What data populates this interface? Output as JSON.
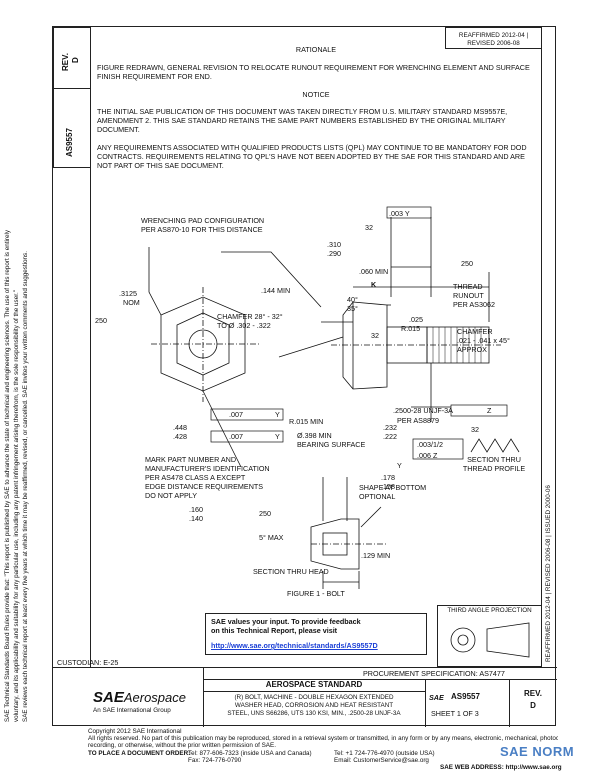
{
  "side_notes": {
    "line1": "SAE Technical Standards Board Rules provide that: \"This report is published by SAE to advance the state of technical and engineering sciences. The use of this report is entirely",
    "line2": "voluntary, and its applicability and suitability for any particular use, including any patent infringement arising therefrom, is the sole responsibility of the user.\"",
    "line3": "SAE reviews each technical report at least every five years at which time it may be reaffirmed, revised, or cancelled. SAE invites your written comments and suggestions."
  },
  "left_column": {
    "rev_label": "REV.",
    "rev_value": "D",
    "doc_number": "AS9557"
  },
  "right_vertical": "REAFFIRMED 2012-04 | REVISED 2006-08 | ISSUED 2000-06",
  "header": {
    "issued_lines": "REAFFIRMED 2012-04 | REVISED 2006-08"
  },
  "rationale": {
    "title": "RATIONALE",
    "text": "FIGURE REDRAWN, GENERAL REVISION TO RELOCATE RUNOUT REQUIREMENT FOR WRENCHING ELEMENT AND SURFACE FINISH REQUIREMENT FOR END."
  },
  "notice": {
    "title": "NOTICE",
    "para1": "THE INITIAL SAE PUBLICATION OF THIS DOCUMENT WAS TAKEN DIRECTLY FROM U.S. MILITARY STANDARD MS9557E, AMENDMENT 2. THIS SAE STANDARD RETAINS THE SAME PART NUMBERS ESTABLISHED BY THE ORIGINAL MILITARY DOCUMENT.",
    "para2": "ANY REQUIREMENTS ASSOCIATED WITH QUALIFIED PRODUCTS LISTS (QPL) MAY CONTINUE TO BE MANDATORY FOR DOD CONTRACTS. REQUIREMENTS RELATING TO QPL'S HAVE NOT BEEN ADOPTED BY THE SAE FOR THIS STANDARD AND ARE NOT PART OF THIS SAE DOCUMENT."
  },
  "drawing": {
    "wrenching_note": "WRENCHING PAD CONFIGURATION\nPER AS870-10 FOR THIS DISTANCE",
    "d_3125": ".3125",
    "d_nom": "NOM",
    "d_250_left": "250",
    "d_003y": ".003 Y",
    "d_32_top": "32",
    "d_310": ".310",
    "d_290": ".290",
    "d_060": ".060 MIN",
    "d_k": "K",
    "d_250_right": "250",
    "d_144": ".144 MIN",
    "d_40": "40°",
    "d_35": "35°",
    "d_025": ".025",
    "d_r015_right": "R.015",
    "chamfer_head": "CHAMFER 28° - 32°\nTO Ø .302 - .322",
    "thread_runout": "THREAD\nRUNOUT\nPER AS3062",
    "chamfer_end": "CHAMFER\n.021 - .041 x 45°\nAPPROX",
    "d_32_mid": "32",
    "d_007y_a": ".007",
    "d_y_a": "Y",
    "d_448": ".448",
    "d_428": ".428",
    "d_007y_b": ".007",
    "d_y_b": "Y",
    "d_r015_left": "R.015 MIN",
    "d_398": "Ø.398 MIN",
    "bearing": "BEARING SURFACE",
    "d_232": ".232",
    "d_222": ".222",
    "thread_spec": ".2500-28 UNJF-3A",
    "thread_z": "Z",
    "per_as8879": "PER AS8879",
    "d_003_12": ".003/1/2",
    "d_006z": ".006 Z",
    "d_y_c": "Y",
    "d_32_prof": "32",
    "mark_note": "MARK PART NUMBER AND\nMANUFACTURER'S IDENTIFICATION\nPER AS478 CLASS A EXCEPT\nEDGE DISTANCE REQUIREMENTS\nDO NOT APPLY",
    "section_profile": "SECTION THRU\nTHREAD PROFILE",
    "d_178": ".178",
    "d_158": ".158",
    "d_160": ".160",
    "d_140": ".140",
    "shape_note": "SHAPE AT BOTTOM\nOPTIONAL",
    "d_250_head": "250",
    "d_5max": "5° MAX",
    "d_129": ".129 MIN",
    "section_head": "SECTION THRU HEAD",
    "figure": "FIGURE 1 - BOLT",
    "third_angle": "THIRD ANGLE PROJECTION"
  },
  "feedback": {
    "line1": "SAE values your input. To provide feedback",
    "line2": "on this Technical Report, please visit",
    "url": "http://www.sae.org/technical/standards/AS9557D"
  },
  "title_block": {
    "custodian": "CUSTODIAN: E-25",
    "procurement": "PROCUREMENT SPECIFICATION: AS7477",
    "brand_sae": "SAE",
    "brand_aero": "Aerospace",
    "brand_sub": "An SAE International Group",
    "standard": "AEROSPACE STANDARD",
    "desc1": "(R) BOLT, MACHINE - DOUBLE HEXAGON EXTENDED",
    "desc2": "WASHER HEAD, CORROSION AND HEAT RESISTANT",
    "desc3": "STEEL, UNS S66286, UTS 130 KSI, MIN., .2500-28 UNJF-3A",
    "sae_small": "SAE",
    "number": "AS9557",
    "sheet": "SHEET 1 OF 3",
    "rev_label": "REV.",
    "rev_value": "D"
  },
  "footer": {
    "copyright1": "Copyright 2012 SAE International",
    "copyright2": "All rights reserved. No part of this publication may be reproduced, stored in a retrieval system or transmitted, in any form or by any means, electronic, mechanical, photocopying,",
    "copyright3": "recording, or otherwise, without the prior written permission of SAE.",
    "order": "TO PLACE A DOCUMENT ORDER:",
    "tel1": "Tel: 877-606-7323 (inside USA and Canada)",
    "tel2": "Tel: +1 724-776-4970 (outside USA)",
    "fax": "Fax: 724-776-0790",
    "email": "Email: CustomerService@sae.org",
    "web": "SAE WEB ADDRESS: http://www.sae.org",
    "watermark": "SAE NORM"
  }
}
